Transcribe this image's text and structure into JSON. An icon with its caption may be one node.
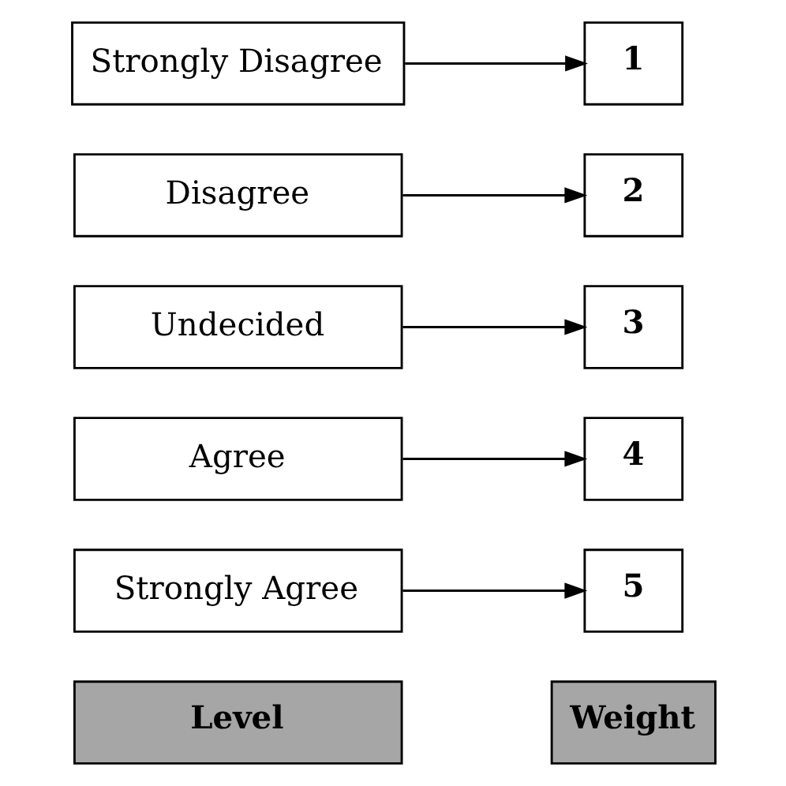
{
  "diagram": {
    "nodes": [
      {
        "text": [
          "Level"
        ]
      },
      {
        "text": [
          "Weight"
        ]
      },
      {
        "text": [
          "Strongly Agree"
        ]
      },
      {
        "text": [
          "5"
        ]
      },
      {
        "text": [
          "Agree"
        ]
      },
      {
        "text": [
          "4"
        ]
      },
      {
        "text": [
          "Undecided"
        ]
      },
      {
        "text": [
          "3"
        ]
      },
      {
        "text": [
          "Disagree"
        ]
      },
      {
        "text": [
          "2"
        ]
      },
      {
        "text": [
          "Strongly Disagree"
        ]
      },
      {
        "text": [
          "1"
        ]
      }
    ],
    "edges": [
      {
        "from": 2,
        "to": 3,
        "arrow": "to"
      },
      {
        "from": 4,
        "to": 5,
        "arrow": "to"
      },
      {
        "from": 6,
        "to": 7,
        "arrow": "to"
      },
      {
        "from": 8,
        "to": 9,
        "arrow": "to"
      },
      {
        "from": 10,
        "to": 11,
        "arrow": "to"
      }
    ]
  }
}
